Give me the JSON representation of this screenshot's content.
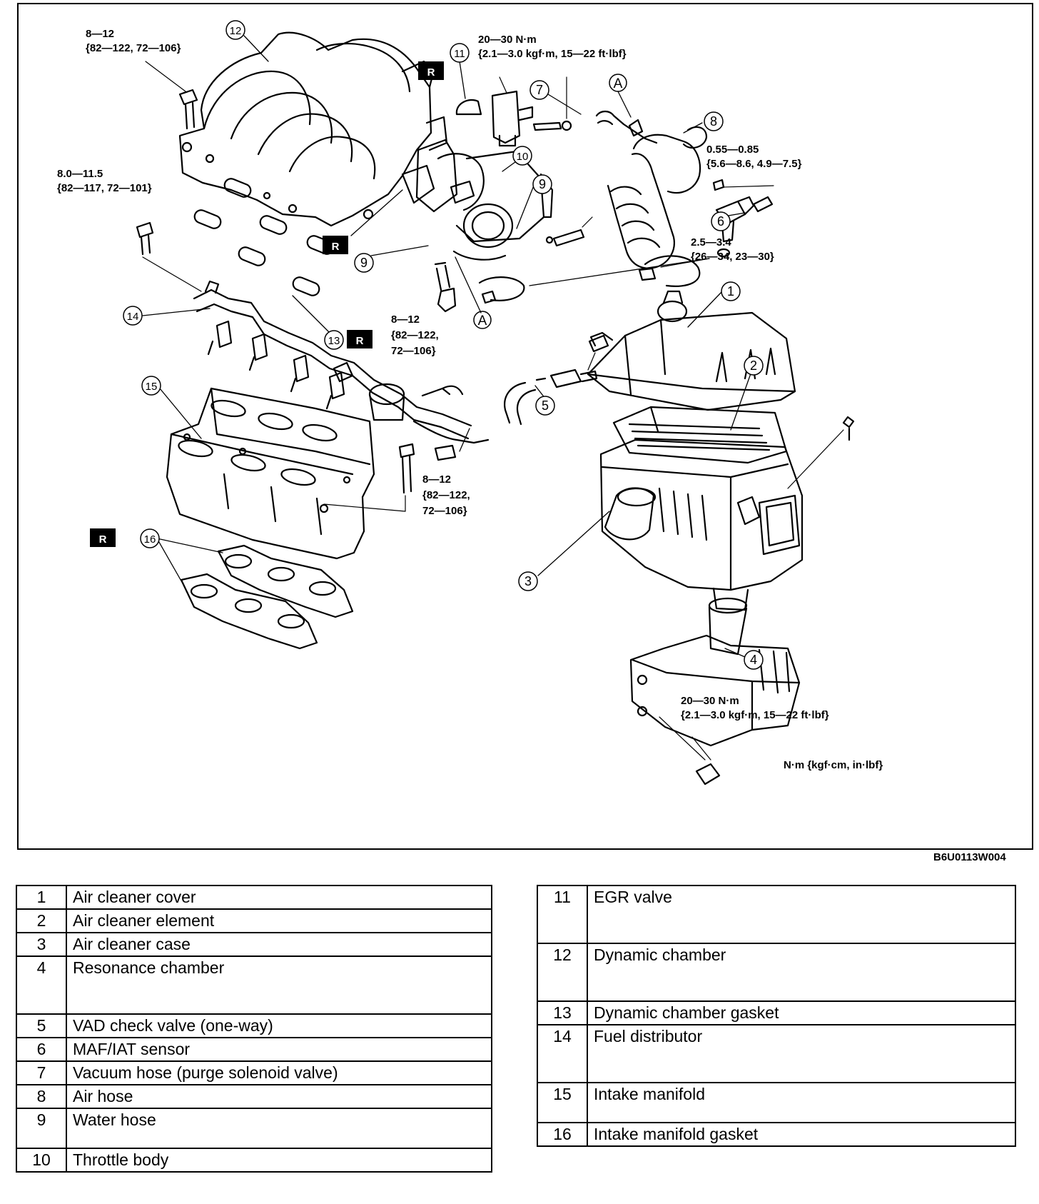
{
  "diagram": {
    "torques": {
      "t_12_top": [
        "8—12",
        "{82—122, 72—106}"
      ],
      "t_11": [
        "20—30 N·m",
        "{2.1—3.0 kgf·m, 15—22 ft·lbf}"
      ],
      "t_8_0": [
        "8.0—11.5",
        "{82—117, 72—101}"
      ],
      "t_6": [
        "0.55—0.85",
        "{5.6—8.6, 4.9—7.5}"
      ],
      "t_clamp": [
        "2.5—3.4",
        "{26—34, 23—30}"
      ],
      "t_9": [
        "8—12",
        "{82—122,",
        "72—106}"
      ],
      "t_15": [
        "8—12",
        "{82—122,",
        "72—106}"
      ],
      "t_4": [
        "20—30 N·m",
        "{2.1—3.0 kgf·m, 15—22 ft·lbf}"
      ]
    },
    "replace_mark": "R",
    "ref_a": "A",
    "units_note": "N·m {kgf·cm, in·lbf}",
    "figure_code": "B6U0113W004",
    "callouts": [
      "1",
      "2",
      "3",
      "4",
      "5",
      "6",
      "7",
      "8",
      "9",
      "9",
      "10",
      "11",
      "12",
      "13",
      "14",
      "15",
      "16"
    ]
  },
  "parts_left": [
    {
      "num": "1",
      "name": "Air cleaner cover"
    },
    {
      "num": "2",
      "name": "Air cleaner element"
    },
    {
      "num": "3",
      "name": "Air cleaner case"
    },
    {
      "num": "4",
      "name": "Resonance chamber"
    },
    {
      "num": "5",
      "name": "VAD check valve (one-way)"
    },
    {
      "num": "6",
      "name": "MAF/IAT sensor"
    },
    {
      "num": "7",
      "name": "Vacuum hose (purge solenoid valve)"
    },
    {
      "num": "8",
      "name": "Air hose"
    },
    {
      "num": "9",
      "name": "Water hose"
    },
    {
      "num": "10",
      "name": "Throttle body"
    }
  ],
  "parts_right": [
    {
      "num": "11",
      "name": "EGR valve"
    },
    {
      "num": "12",
      "name": "Dynamic chamber"
    },
    {
      "num": "13",
      "name": "Dynamic chamber gasket"
    },
    {
      "num": "14",
      "name": "Fuel distributor"
    },
    {
      "num": "15",
      "name": "Intake manifold"
    },
    {
      "num": "16",
      "name": "Intake manifold gasket"
    }
  ]
}
